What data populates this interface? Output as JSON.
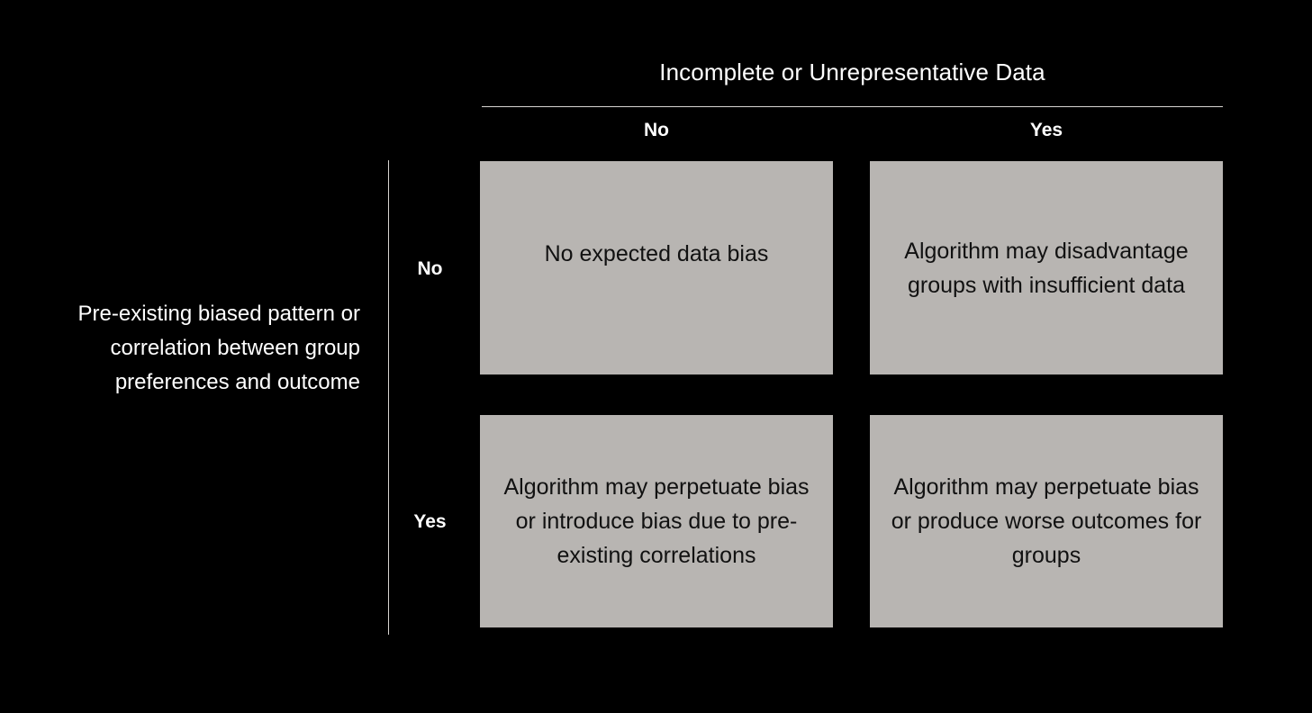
{
  "figure": {
    "type": "2x2-matrix",
    "background_color": "#000000",
    "cell_color": "#b8b5b2",
    "text_color_on_dark": "#ffffff",
    "text_color_on_cell": "#111111",
    "rule_color": "#d8d5d2"
  },
  "column_axis": {
    "title": "Incomplete or Unrepresentative Data",
    "ticks": [
      {
        "label": "No"
      },
      {
        "label": "Yes"
      }
    ]
  },
  "row_axis": {
    "title": "Pre-existing biased pattern or correlation between group preferences and outcome",
    "ticks": [
      {
        "label": "No"
      },
      {
        "label": "Yes"
      }
    ]
  },
  "cells": [
    {
      "row": "No",
      "column": "No",
      "text": "No expected data bias"
    },
    {
      "row": "No",
      "column": "Yes",
      "text": "Algorithm may disadvantage groups with insufficient data"
    },
    {
      "row": "Yes",
      "column": "No",
      "text": "Algorithm may perpetuate bias or introduce bias due to pre-existing correlations"
    },
    {
      "row": "Yes",
      "column": "Yes",
      "text": "Algorithm may perpetuate bias or produce worse outcomes for groups"
    }
  ]
}
